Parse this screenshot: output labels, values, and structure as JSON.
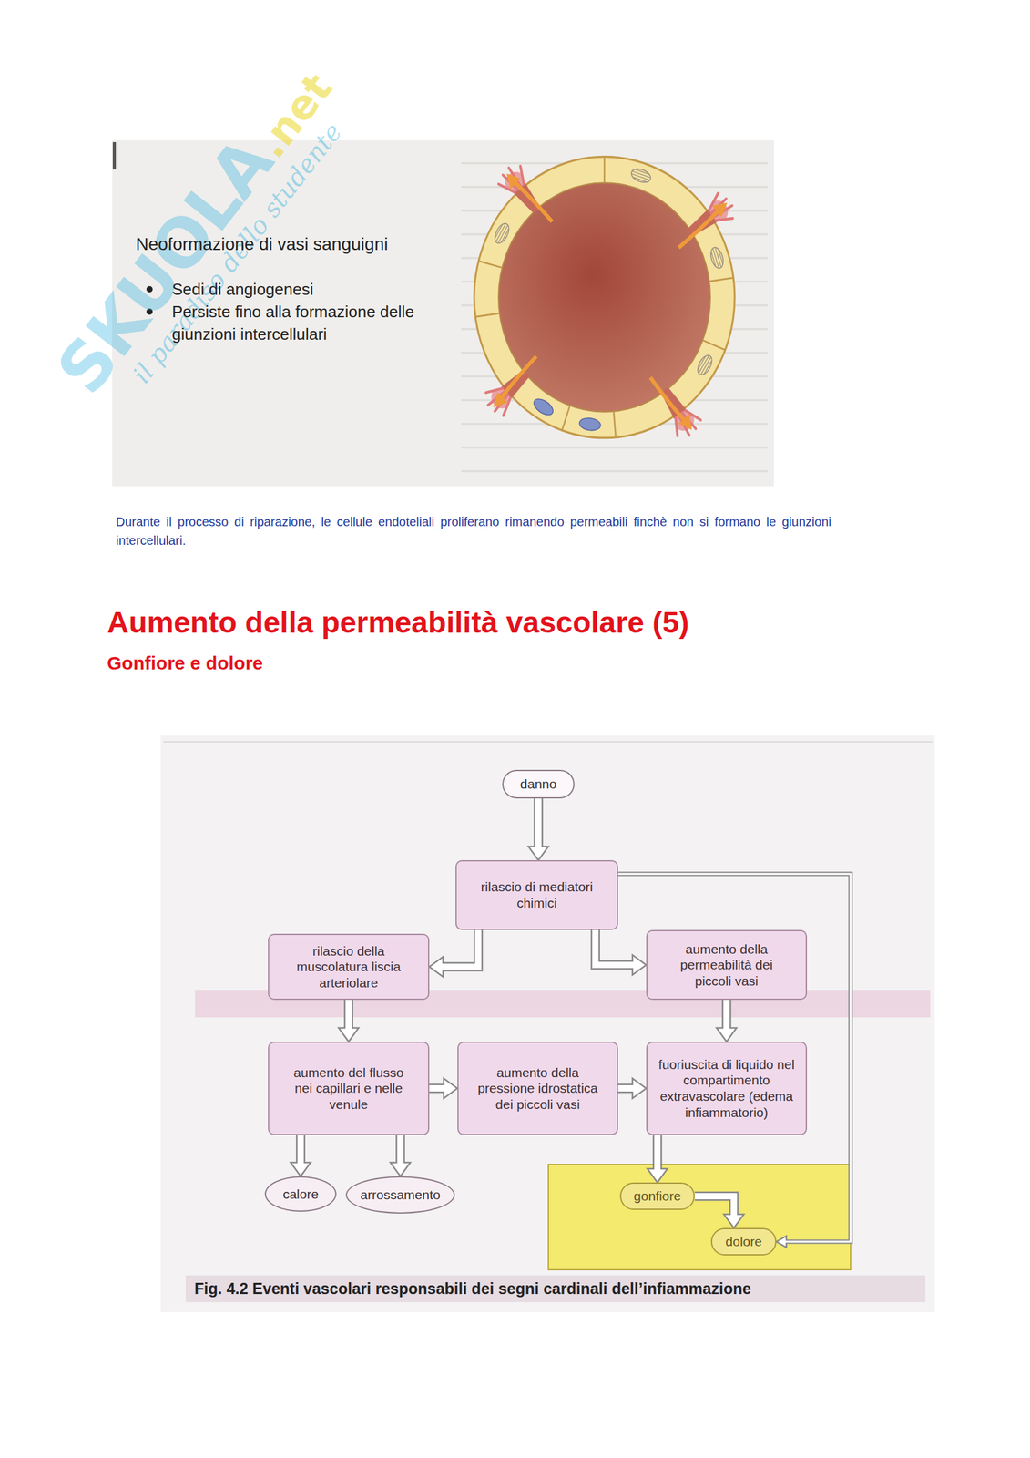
{
  "diagram": {
    "title": "Aumento della permeabilità vascolare (5)",
    "caption": "Fig. 4.2 Eventi vascolari responsabili dei segni cardinali dell’infiammazione",
    "nodes": [
      {
        "text": [
          "danno"
        ]
      },
      {
        "text": [
          "rilascio di mediatori chimici"
        ]
      },
      {
        "text": [
          "rilascio della muscolatura liscia arteriolare"
        ]
      },
      {
        "text": [
          "aumento della permeabilità dei piccoli vasi"
        ]
      },
      {
        "text": [
          "aumento del flusso nei capillari e nelle venule"
        ]
      },
      {
        "text": [
          "aumento della pressione idrostatica dei piccoli vasi"
        ]
      },
      {
        "text": [
          "fuoriuscita di liquido nel compartimento extravascolare (edema infiammatorio)"
        ]
      },
      {
        "text": [
          "calore"
        ]
      },
      {
        "text": [
          "arrossamento"
        ]
      },
      {
        "text": [
          "gonfiore"
        ]
      },
      {
        "text": [
          "dolore"
        ]
      }
    ],
    "edges": [
      {
        "from": 0,
        "to": 1,
        "arrow": "to"
      },
      {
        "from": 1,
        "to": 2,
        "arrow": "to"
      },
      {
        "from": 1,
        "to": 3,
        "arrow": "to"
      },
      {
        "from": 1,
        "to": 10,
        "arrow": "to"
      },
      {
        "from": 2,
        "to": 4,
        "arrow": "to"
      },
      {
        "from": 3,
        "to": 6,
        "arrow": "to"
      },
      {
        "from": 4,
        "to": 5,
        "arrow": "to"
      },
      {
        "from": 5,
        "to": 6,
        "arrow": "to"
      },
      {
        "from": 4,
        "to": 7,
        "arrow": "to"
      },
      {
        "from": 4,
        "to": 8,
        "arrow": "to"
      },
      {
        "from": 6,
        "to": 9,
        "arrow": "to"
      },
      {
        "from": 9,
        "to": 10,
        "arrow": "to"
      }
    ],
    "labels": [
      "SKUOLA",
      ".net",
      "il paradiso dello studente",
      "Neoformazione di vasi sanguigni",
      "Sedi di angiogenesi",
      "Persiste fino alla formazione delle giunzioni intercellulari",
      "Durante il processo di riparazione, le cellule endoteliali proliferano rimanendo permeabili finchè non si formano le giunzioni intercellulari.",
      "Gonfiore e dolore"
    ]
  }
}
